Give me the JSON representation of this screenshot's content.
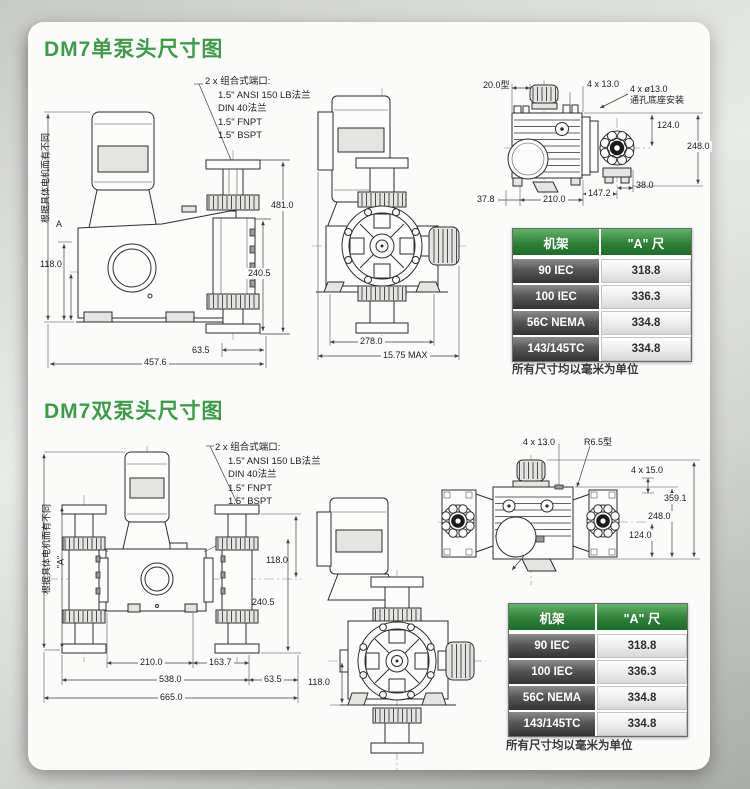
{
  "sections": [
    {
      "title": "DM7单泵头尺寸图",
      "port_note": [
        "2 x 组合式端口:",
        "1.5\" ANSI 150 LB法兰",
        "DIN 40法兰",
        "1.5\" FNPT",
        "1.5\" BSPT"
      ],
      "motor_note": "根据具体电机而有不同",
      "dims": {
        "a": "A",
        "h118": "118.0",
        "v481": "481.0",
        "v240": "240.5",
        "w63": "63.5",
        "w457": "457.6",
        "w278": "278.0",
        "wmax": "15.75 MAX",
        "typ": "20.0型",
        "slots": "4 x 13.0",
        "hole1": "4 x ø13.0",
        "hole2": "通孔底座安装",
        "v124": "124.0",
        "v248": "248.0",
        "d38": "38.0",
        "d147": "147.2",
        "d210": "210.0",
        "d37": "37.8"
      },
      "table": {
        "col1": "机架",
        "col2": "\"A\" 尺",
        "rows": [
          {
            "frame": "90 IEC",
            "a": "318.8"
          },
          {
            "frame": "100 IEC",
            "a": "336.3"
          },
          {
            "frame": "56C NEMA",
            "a": "334.8"
          },
          {
            "frame": "143/145TC",
            "a": "334.8"
          }
        ]
      },
      "units_note": "所有尺寸均以毫米为单位"
    },
    {
      "title": "DM7双泵头尺寸图",
      "port_note": [
        "2 x 组合式端口:",
        "1.5\" ANSI 150 LB法兰",
        "DIN 40法兰",
        "1.5\" FNPT",
        "1.5\" BSPT"
      ],
      "motor_note": "根据具体电机而有不同",
      "dims": {
        "a": "\"A\"",
        "h118": "118.0",
        "v240": "240.5",
        "d210": "210.0",
        "d163": "163.7",
        "d538": "538.0",
        "d63": "63.5",
        "d665": "665.0",
        "front118": "118.0",
        "slots": "4 x 13.0",
        "typ": "R6.5型",
        "slots2": "4 x 15.0",
        "v359": "359.1",
        "v248": "248.0",
        "v124": "124.0"
      },
      "table": {
        "col1": "机架",
        "col2": "\"A\" 尺",
        "rows": [
          {
            "frame": "90 IEC",
            "a": "318.8"
          },
          {
            "frame": "100 IEC",
            "a": "336.3"
          },
          {
            "frame": "56C NEMA",
            "a": "334.8"
          },
          {
            "frame": "143/145TC",
            "a": "334.8"
          }
        ]
      },
      "units_note": "所有尺寸均以毫米为单位"
    }
  ]
}
